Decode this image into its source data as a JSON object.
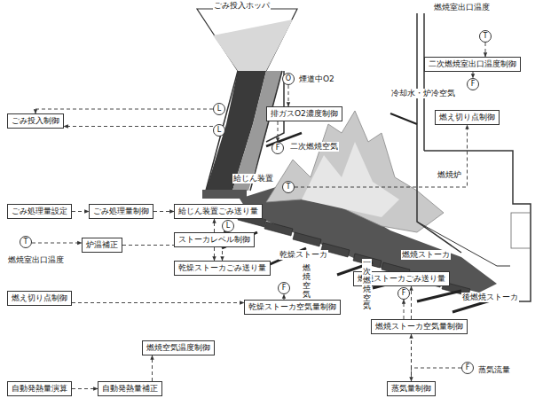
{
  "diagram": {
    "nodes": [
      {
        "text": [
          "ごみ投入制御"
        ]
      },
      {
        "text": [
          "排ガスO2濃度制御"
        ]
      },
      {
        "text": [
          "二次燃焼室出口温度制御"
        ]
      },
      {
        "text": [
          "燃え切り点制御"
        ]
      },
      {
        "text": [
          "ごみ処理量設定"
        ]
      },
      {
        "text": [
          "ごみ処理量制御"
        ]
      },
      {
        "text": [
          "給じん装置ごみ送り量"
        ]
      },
      {
        "text": [
          "炉温補正"
        ]
      },
      {
        "text": [
          "ストーカレベル制御"
        ]
      },
      {
        "text": [
          "乾燥ストーカごみ送り量"
        ]
      },
      {
        "text": [
          "燃え切り点制御"
        ]
      },
      {
        "text": [
          "乾燥ストーカ空気量制御"
        ]
      },
      {
        "text": [
          "燃焼ストーカごみ送り量"
        ]
      },
      {
        "text": [
          "燃焼ストーカ空気量制御"
        ]
      },
      {
        "text": [
          "燃焼空気温度制御"
        ]
      },
      {
        "text": [
          "自動発熱量演算"
        ]
      },
      {
        "text": [
          "自動発熱量補正"
        ]
      },
      {
        "text": [
          "蒸気量制御"
        ]
      },
      {
        "text": [
          "L"
        ]
      },
      {
        "text": [
          "L"
        ]
      },
      {
        "text": [
          "O"
        ]
      },
      {
        "text": [
          "F"
        ]
      },
      {
        "text": [
          "T"
        ]
      },
      {
        "text": [
          "F"
        ]
      },
      {
        "text": [
          "T"
        ]
      },
      {
        "text": [
          "L"
        ]
      },
      {
        "text": [
          "T"
        ]
      },
      {
        "text": [
          "F"
        ]
      },
      {
        "text": [
          "F"
        ]
      },
      {
        "text": [
          "F"
        ]
      }
    ],
    "edges": [
      {
        "from": 18,
        "to": 0,
        "arrow": "to"
      },
      {
        "from": 19,
        "to": 0,
        "arrow": "to"
      },
      {
        "from": 20,
        "to": 1,
        "arrow": "to"
      },
      {
        "from": 1,
        "to": 21,
        "arrow": "to"
      },
      {
        "from": 22,
        "to": 2,
        "arrow": "to"
      },
      {
        "from": 2,
        "to": 23,
        "arrow": "to"
      },
      {
        "from": 24,
        "to": 3,
        "arrow": "to"
      },
      {
        "from": 4,
        "to": 5,
        "arrow": "to"
      },
      {
        "from": 5,
        "to": 6,
        "arrow": "to"
      },
      {
        "from": 26,
        "to": 7,
        "arrow": "to"
      },
      {
        "from": 7,
        "to": 9,
        "arrow": "to"
      },
      {
        "from": 25,
        "to": 8,
        "arrow": "to"
      },
      {
        "from": 8,
        "to": 6,
        "arrow": "to"
      },
      {
        "from": 8,
        "to": 9,
        "arrow": "to"
      },
      {
        "from": 10,
        "to": 11,
        "arrow": "to"
      },
      {
        "from": 11,
        "to": 27,
        "arrow": "to"
      },
      {
        "from": 13,
        "to": 28,
        "arrow": "to"
      },
      {
        "from": 15,
        "to": 16,
        "arrow": "to"
      },
      {
        "from": 16,
        "to": 14,
        "arrow": "to"
      },
      {
        "from": 17,
        "to": 12,
        "arrow": "to"
      },
      {
        "from": 17,
        "to": 13,
        "arrow": "to"
      },
      {
        "from": 29,
        "to": 17,
        "arrow": "to"
      }
    ],
    "labels": [
      "ごみ投入ホッパ",
      "煙道中O2",
      "二次燃焼空気",
      "燃焼室出口温度",
      "冷却水・炉冷空気",
      "給じん装置",
      "燃焼炉",
      "乾燥ストーカ",
      "燃焼ストーカ",
      "後燃焼ストーカ",
      "燃焼空気",
      "一次燃焼空気",
      "燃焼室出口温度",
      "蒸気流量"
    ]
  }
}
